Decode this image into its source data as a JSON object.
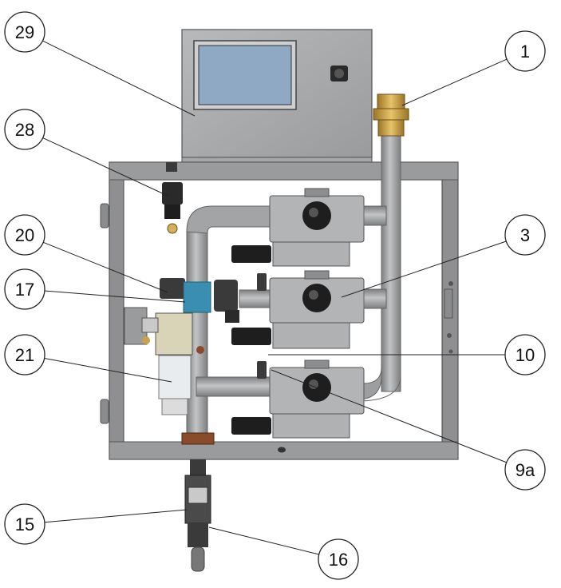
{
  "callouts": [
    {
      "id": "c29",
      "label": "29"
    },
    {
      "id": "c1",
      "label": "1"
    },
    {
      "id": "c28",
      "label": "28"
    },
    {
      "id": "c20",
      "label": "20"
    },
    {
      "id": "c3",
      "label": "3"
    },
    {
      "id": "c17",
      "label": "17"
    },
    {
      "id": "c21",
      "label": "21"
    },
    {
      "id": "c10",
      "label": "10"
    },
    {
      "id": "c9a",
      "label": "9a"
    },
    {
      "id": "c15",
      "label": "15"
    },
    {
      "id": "c16",
      "label": "16"
    }
  ],
  "colors": {
    "frame": "#8f8f91",
    "frame_dark": "#6b6b6d",
    "pipe": "#9d9ea0",
    "actuator": "#b3b4b6",
    "screen": "#8fa8c4",
    "brass": "#c9a24a",
    "solenoid": "#3a8fb0",
    "coupling": "#8a4b2a",
    "dark": "#2a2a2a"
  }
}
